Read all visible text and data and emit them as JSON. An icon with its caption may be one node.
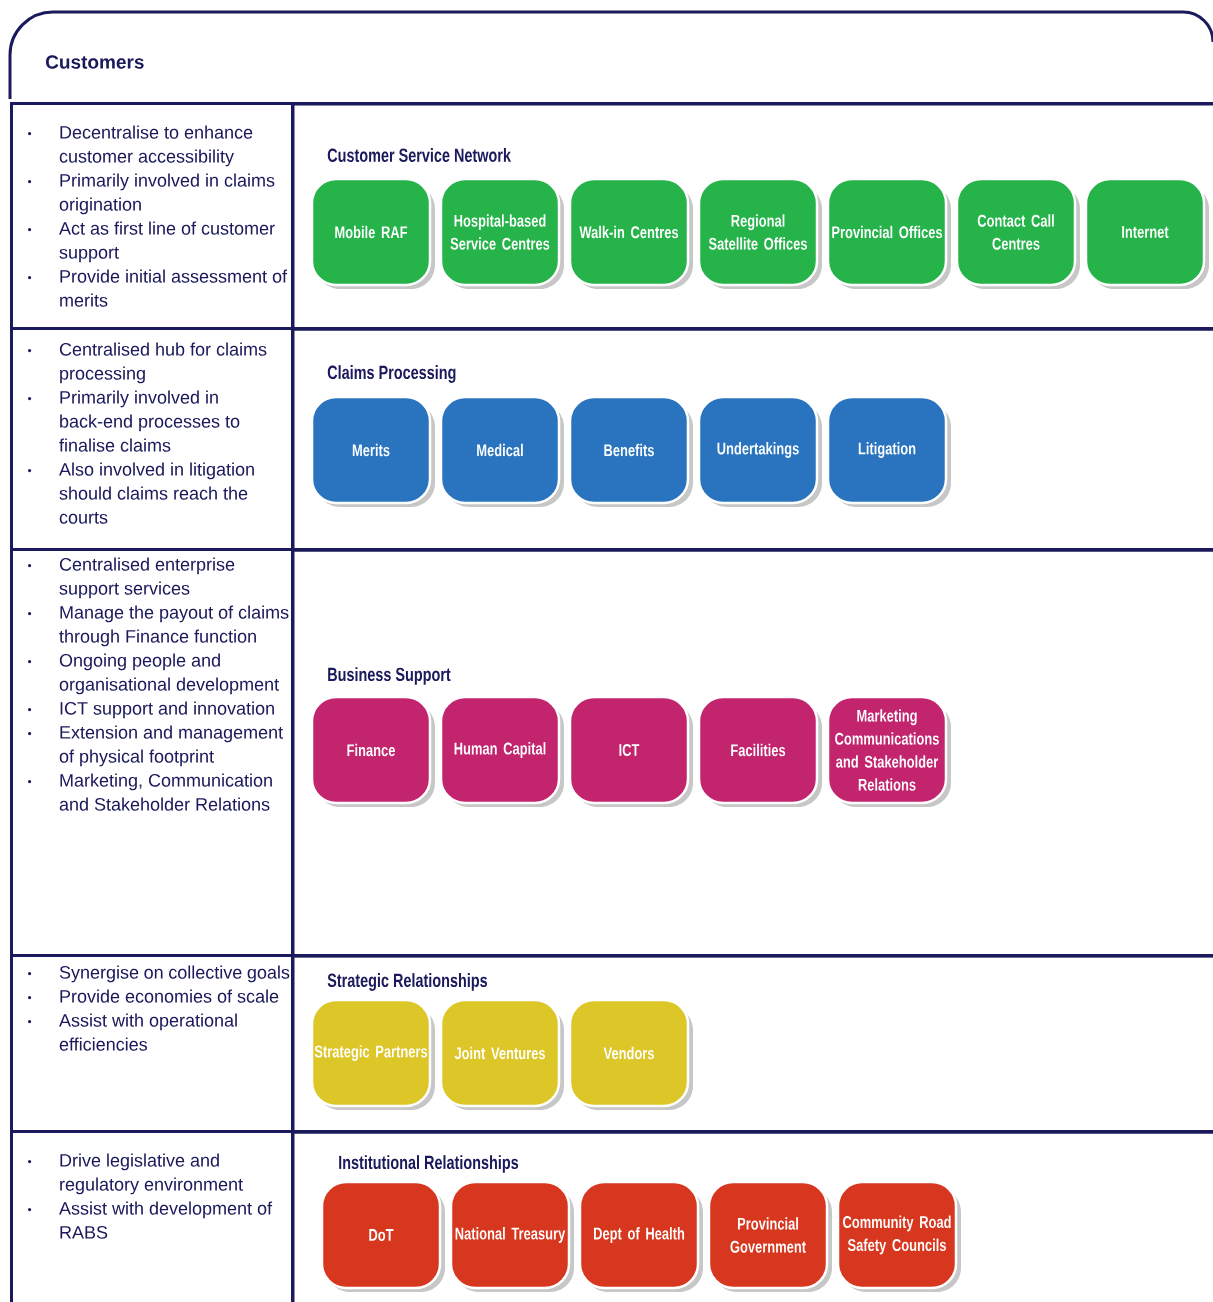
{
  "diagram": {
    "title": "Customers",
    "nodes": [
      {
        "text": [
          "Decentralise to enhance customer accessibility",
          "Primarily involved in claims origination",
          "Act as first line of customer support",
          "Provide initial assessment of merits"
        ]
      },
      {
        "text": [
          "Customer Service Network"
        ]
      },
      {
        "text": [
          "Mobile RAF"
        ],
        "in": 1
      },
      {
        "text": [
          "Hospital-based Service Centres"
        ],
        "in": 1
      },
      {
        "text": [
          "Walk-in Centres"
        ],
        "in": 1
      },
      {
        "text": [
          "Regional Satellite Offices"
        ],
        "in": 1
      },
      {
        "text": [
          "Provincial Offices"
        ],
        "in": 1
      },
      {
        "text": [
          "Contact Call Centres"
        ],
        "in": 1
      },
      {
        "text": [
          "Internet"
        ],
        "in": 1
      },
      {
        "text": [
          "Centralised hub for claims processing",
          "Primarily involved in back-end processes to finalise claims",
          "Also involved in litigation should claims reach the courts"
        ]
      },
      {
        "text": [
          "Claims Processing"
        ]
      },
      {
        "text": [
          "Merits"
        ],
        "in": 10
      },
      {
        "text": [
          "Medical"
        ],
        "in": 10
      },
      {
        "text": [
          "Benefits"
        ],
        "in": 10
      },
      {
        "text": [
          "Undertakings"
        ],
        "in": 10
      },
      {
        "text": [
          "Litigation"
        ],
        "in": 10
      },
      {
        "text": [
          "Centralised enterprise support services",
          "Manage the payout of claims through Finance function",
          "Ongoing people and organisational development",
          "ICT support and innovation",
          "Extension and management of physical footprint",
          "Marketing, Communication and Stakeholder Relations"
        ]
      },
      {
        "text": [
          "Business Support"
        ]
      },
      {
        "text": [
          "Finance"
        ],
        "in": 17
      },
      {
        "text": [
          "Human Capital"
        ],
        "in": 17
      },
      {
        "text": [
          "ICT"
        ],
        "in": 17
      },
      {
        "text": [
          "Facilities"
        ],
        "in": 17
      },
      {
        "text": [
          "Marketing Communications and Stakeholder Relations"
        ],
        "in": 17
      },
      {
        "text": [
          "Synergise on collective goals",
          "Provide economies of scale",
          "Assist with operational efficiencies"
        ]
      },
      {
        "text": [
          "Strategic Relationships"
        ]
      },
      {
        "text": [
          "Strategic Partners"
        ],
        "in": 24
      },
      {
        "text": [
          "Joint Ventures"
        ],
        "in": 24
      },
      {
        "text": [
          "Vendors"
        ],
        "in": 24
      },
      {
        "text": [
          "Drive legislative and regulatory environment",
          "Assist with development of RABS"
        ]
      },
      {
        "text": [
          "Institutional Relationships"
        ]
      },
      {
        "text": [
          "DoT"
        ],
        "in": 29
      },
      {
        "text": [
          "National Treasury"
        ],
        "in": 29
      },
      {
        "text": [
          "Dept of Health"
        ],
        "in": 29
      },
      {
        "text": [
          "Provincial Government"
        ],
        "in": 29
      },
      {
        "text": [
          "Community Road Safety Councils"
        ],
        "in": 29
      }
    ]
  }
}
